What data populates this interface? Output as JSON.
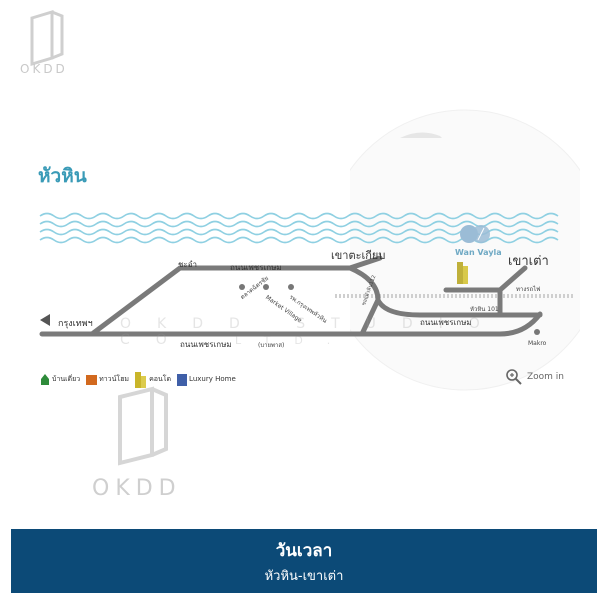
{
  "watermark": {
    "brand": "OKDD",
    "studio": "OKDD STUDIO CO.",
    "ltd": "LTD."
  },
  "map": {
    "title": "หัวหิน",
    "places": {
      "chaam": "ชะอำ",
      "khao_takiab": "เขาตะเกียบ",
      "wan_vayla": "Wan Vayla",
      "khao_tao": "เขาเต่า",
      "bangkok": "กรุงเทพฯ",
      "petchkasem_top": "ถนนเพชรเกษม",
      "petchkasem_right": "ถนนเพชรเกษม",
      "petchkasem_bottom": "ถนนเพชรเกษม",
      "bypass": "(บายพาส)",
      "market_village": "Market Village",
      "chatchai_market": "ตลาดฉัตรชัย",
      "hospital": "รพ.กรุงเทพหัวหิน",
      "soi_112": "ซอยหัวหิน112",
      "hua_hin_101": "หัวหิน 101",
      "railway": "ทางรถไฟ",
      "makro": "Makro"
    },
    "zoom_label": "Zoom in",
    "legend": [
      {
        "label": "บ้านเดี่ยว",
        "color": "#2e8b3a",
        "icon": "house-icon"
      },
      {
        "label": "ทาวน์โฮม",
        "color": "#d2691e",
        "icon": "townhome-icon"
      },
      {
        "label": "คอนโด",
        "color": "#c9b52a",
        "icon": "condo-icon"
      },
      {
        "label": "Luxury Home",
        "color": "#3f5fa8",
        "icon": "luxury-home-icon"
      }
    ],
    "colors": {
      "road": "#7a7a7a",
      "water": "#8fd0e2",
      "accent": "#3a9bb7",
      "banner": "#0c4a77"
    }
  },
  "banner": {
    "title": "วันเวลา",
    "subtitle": "หัวหิน-เขาเต่า"
  }
}
